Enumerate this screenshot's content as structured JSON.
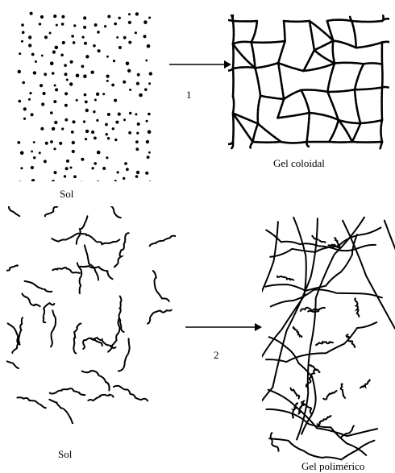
{
  "diagram": {
    "top_row": {
      "sol_label": "Sol",
      "step_label": "1",
      "gel_label": "Gel coloidal"
    },
    "bottom_row": {
      "sol_label": "Sol",
      "step_label": "2",
      "gel_label": "Gel polimérico"
    },
    "colors": {
      "ink": "#000000",
      "background": "#ffffff"
    }
  }
}
